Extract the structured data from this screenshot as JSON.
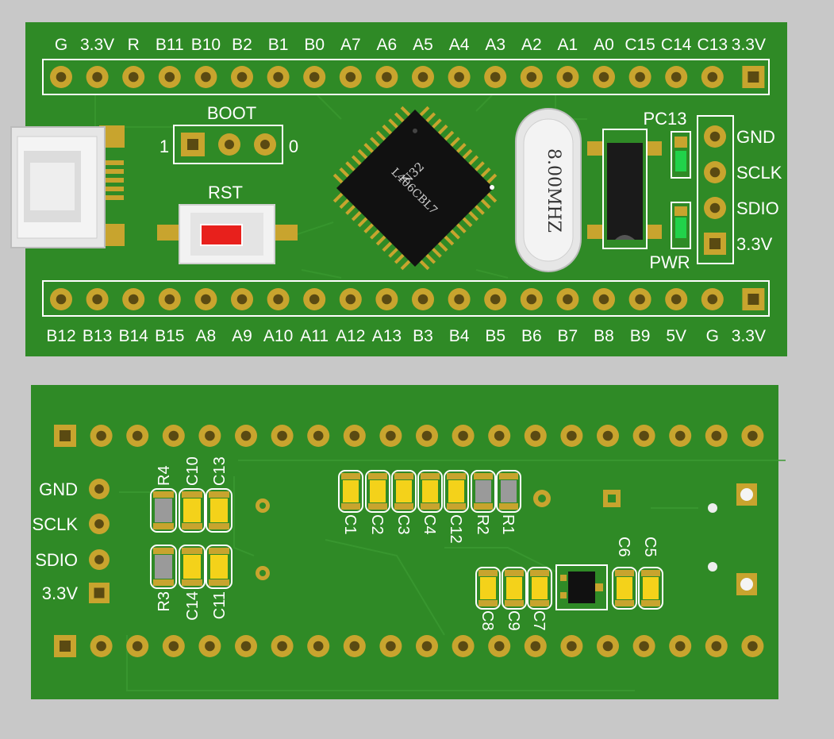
{
  "colors": {
    "background": "#c8c8c8",
    "board": "#2f8a26",
    "board_dark": "#2a7d22",
    "silk": "#ffffff",
    "pad": "#c8a42e",
    "chip": "#111111",
    "led_green": "#21d24a",
    "button_red": "#e8201c",
    "cap": "#f4d21a",
    "res": "#9a9a9a"
  },
  "top_board": {
    "top_header_labels": [
      "G",
      "3.3V",
      "R",
      "B11",
      "B10",
      "B2",
      "B1",
      "B0",
      "A7",
      "A6",
      "A5",
      "A4",
      "A3",
      "A2",
      "A1",
      "A0",
      "C15",
      "C14",
      "C13",
      "3.3V"
    ],
    "bottom_header_labels": [
      "B12",
      "B13",
      "B14",
      "B15",
      "A8",
      "A9",
      "A10",
      "A11",
      "A12",
      "A13",
      "B3",
      "B4",
      "B5",
      "B6",
      "B7",
      "B8",
      "B9",
      "5V",
      "G",
      "3.3V"
    ],
    "boot": {
      "title": "BOOT",
      "left": "1",
      "right": "0"
    },
    "rst_label": "RST",
    "mcu": {
      "line1": "N32",
      "line2": "L406CBL7"
    },
    "crystal_label": "8.00MHZ",
    "led_labels": {
      "top": "PC13",
      "bottom": "PWR"
    },
    "swd_labels": [
      "GND",
      "SCLK",
      "SDIO",
      "3.3V"
    ]
  },
  "bottom_board": {
    "swd_labels": [
      "GND",
      "SCLK",
      "SDIO",
      "3.3V"
    ],
    "left_parts_top": [
      "R4",
      "C10",
      "C13"
    ],
    "left_parts_bottom": [
      "R3",
      "C14",
      "C11"
    ],
    "center_parts": [
      "C1",
      "C2",
      "C3",
      "C4",
      "C12",
      "R2",
      "R1"
    ],
    "right_parts_low": [
      "C8",
      "C9",
      "C7"
    ],
    "right_parts_high": [
      "C6",
      "C5"
    ]
  }
}
